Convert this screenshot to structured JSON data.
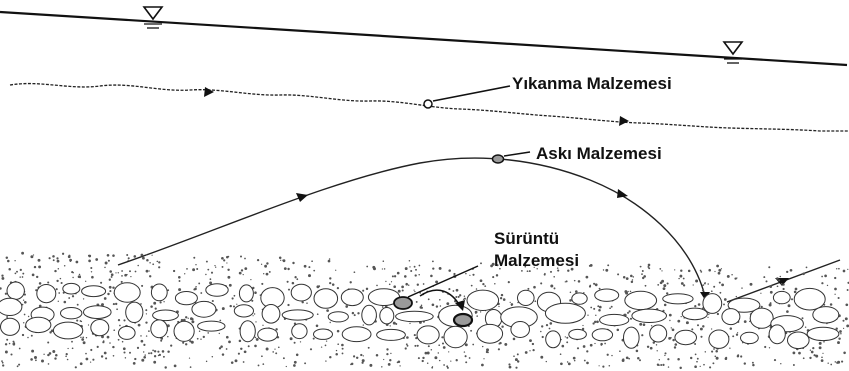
{
  "labels": {
    "wash_load": "Yıkanma Malzemesi",
    "suspended_load": "Askı Malzemesi",
    "bed_load_line1": "Sürüntü",
    "bed_load_line2": "Malzemesi"
  },
  "colors": {
    "ink": "#111111",
    "bed_particle_fill": "#9a9a9a",
    "background": "#ffffff"
  }
}
